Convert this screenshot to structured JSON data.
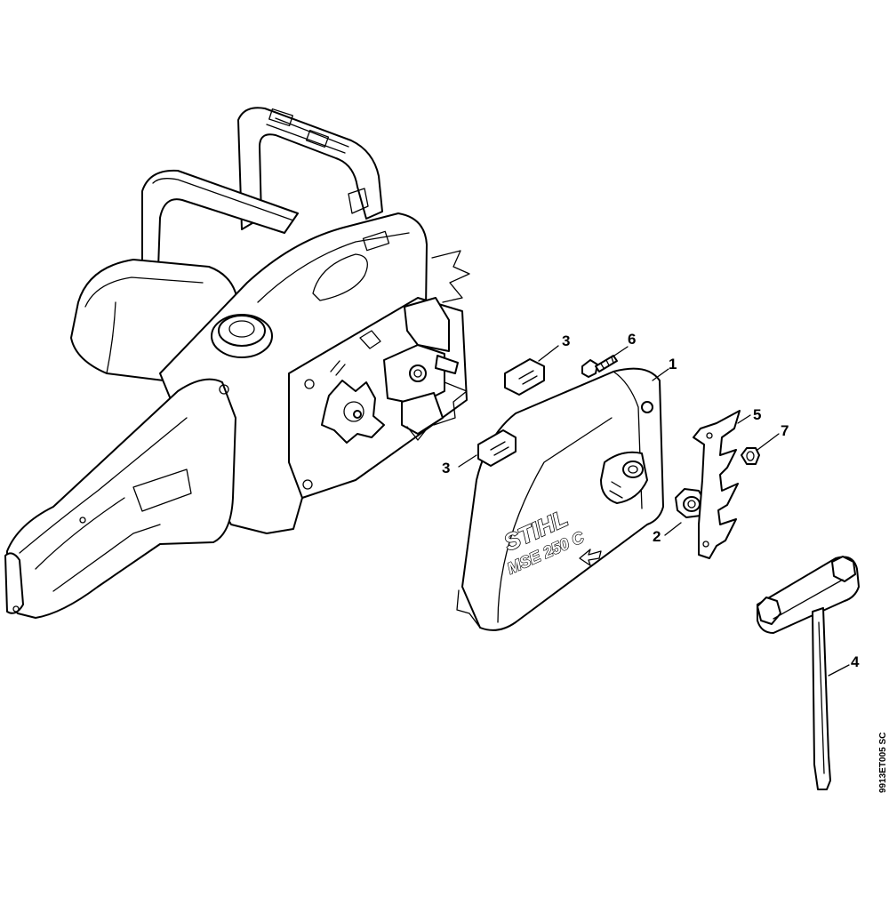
{
  "diagram": {
    "callouts": [
      "1",
      "2",
      "3",
      "3",
      "4",
      "5",
      "6",
      "7"
    ],
    "cover_brand": "STIHL",
    "cover_model": "MSE 250 C",
    "drawing_code": "9913ET005 SC"
  }
}
